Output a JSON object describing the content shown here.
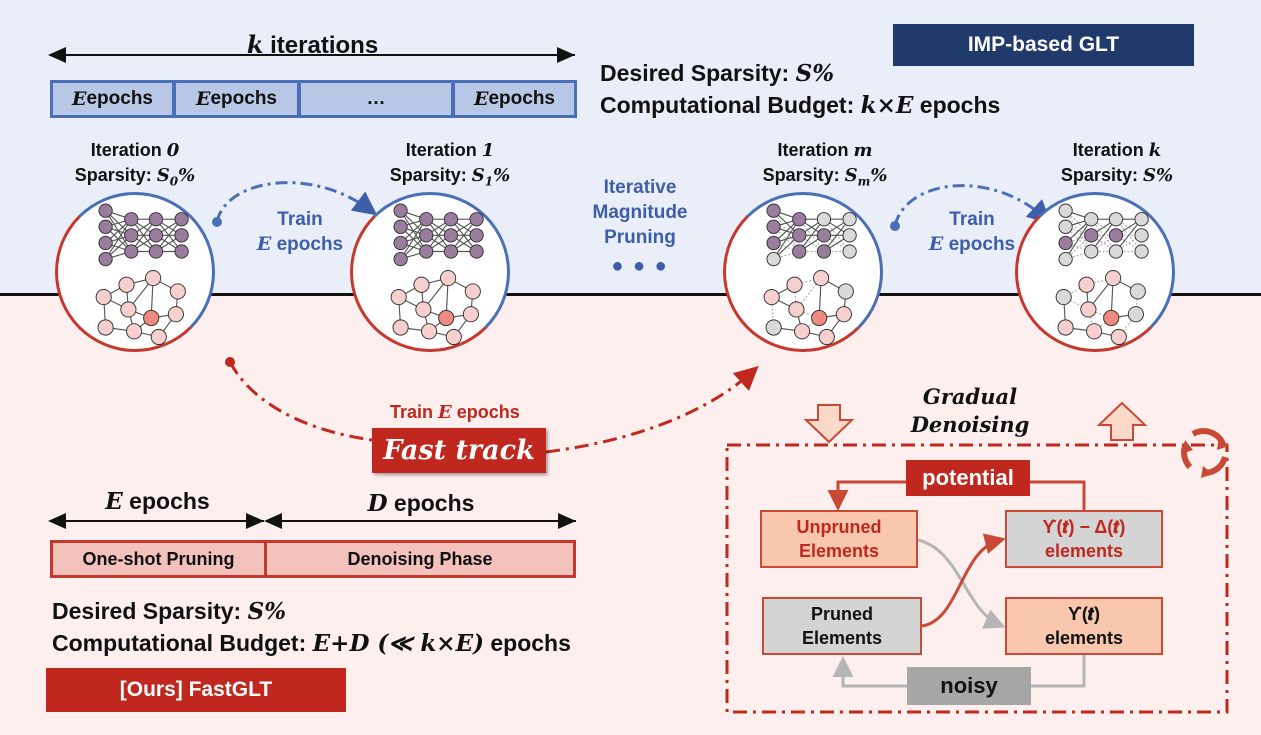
{
  "imp": {
    "badge": "IMP-based GLT",
    "k_iterations_var": "k",
    "k_iterations_text": " iterations",
    "epoch_cells": [
      {
        "var": "E",
        "text": " epochs"
      },
      {
        "var": "E",
        "text": " epochs"
      },
      {
        "var": "",
        "text": "…"
      },
      {
        "var": "E",
        "text": " epochs"
      }
    ],
    "desired_label": "Desired Sparsity: ",
    "desired_value": "S%",
    "budget_label": "Computational Budget: ",
    "budget_value": "k×E",
    "budget_unit": " epochs",
    "iterations": [
      {
        "title_text": "Iteration ",
        "title_var": "0",
        "sparsity_label": "Sparsity: ",
        "sparsity_var": "S",
        "sparsity_sub": "0",
        "sparsity_suffix": "%"
      },
      {
        "title_text": "Iteration ",
        "title_var": "1",
        "sparsity_label": "Sparsity: ",
        "sparsity_var": "S",
        "sparsity_sub": "1",
        "sparsity_suffix": "%"
      },
      {
        "title_text": "Iteration ",
        "title_var": "m",
        "sparsity_label": "Sparsity: ",
        "sparsity_var": "S",
        "sparsity_sub": "m",
        "sparsity_suffix": "%"
      },
      {
        "title_text": "Iteration ",
        "title_var": "k",
        "sparsity_label": "Sparsity: ",
        "sparsity_var": "S%",
        "sparsity_sub": "",
        "sparsity_suffix": ""
      }
    ],
    "train_1_line1": "Train",
    "train_1_var": "E",
    "train_1_text": " epochs",
    "train_2_line1": "Train",
    "train_2_var": "E",
    "train_2_text": " epochs",
    "imp_label_lines": [
      "Iterative",
      "Magnitude",
      "Pruning"
    ],
    "ellipsis_dots": "● ● ●"
  },
  "ours": {
    "train_label": "Train ",
    "train_var": "E",
    "train_unit": " epochs",
    "fast_track": "Fast track",
    "e_epochs_var": "E",
    "e_epochs_text": " epochs",
    "d_epochs_var": "D",
    "d_epochs_text": " epochs",
    "phase_one": "One-shot Pruning",
    "phase_two": "Denoising Phase",
    "desired_label": "Desired Sparsity: ",
    "desired_value": "S%",
    "budget_label": "Computational Budget: ",
    "budget_value": "E+D (≪ k×E)",
    "budget_unit": " epochs",
    "badge": "[Ours] FastGLT"
  },
  "denoising": {
    "title_line1": "Gradual",
    "title_line2": "Denoising",
    "potential": "potential",
    "noisy": "noisy",
    "unpruned_line1": "Unpruned",
    "unpruned_line2": "Elements",
    "pruned_line1": "Pruned",
    "pruned_line2": "Elements",
    "upsilon_minus_line1": "ϒ(𝒕) − Δ(𝒕)",
    "upsilon_minus_line2": "elements",
    "upsilon_line1": "ϒ(𝒕)",
    "upsilon_line2": "elements"
  },
  "colors": {
    "navy": "#1f3a6b",
    "accent_red": "#c0271e",
    "blue_stroke": "#4a6fb6",
    "red_stroke": "#c6372d",
    "node_purple": "#9a7d9c",
    "node_pink": "#f7cfcf",
    "node_salmon": "#ef8a80",
    "node_gray": "#d9d9d9"
  }
}
